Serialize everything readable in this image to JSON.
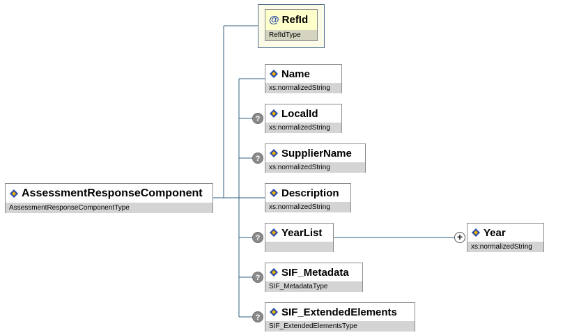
{
  "root": {
    "name": "AssessmentResponseComponent",
    "type": "AssessmentResponseComponentType"
  },
  "attribute": {
    "symbol": "@",
    "name": "RefId",
    "type": "RefIdType"
  },
  "elements": [
    {
      "name": "Name",
      "type": "xs:normalizedString",
      "optional": false
    },
    {
      "name": "LocalId",
      "type": "xs:normalizedString",
      "optional": true
    },
    {
      "name": "SupplierName",
      "type": "xs:normalizedString",
      "optional": true
    },
    {
      "name": "Description",
      "type": "xs:normalizedString",
      "optional": false
    },
    {
      "name": "YearList",
      "type": "",
      "optional": true
    },
    {
      "name": "SIF_Metadata",
      "type": "SIF_MetadataType",
      "optional": true
    },
    {
      "name": "SIF_ExtendedElements",
      "type": "SIF_ExtendedElementsType",
      "optional": true
    }
  ],
  "child": {
    "name": "Year",
    "type": "xs:normalizedString"
  },
  "symbols": {
    "optional": "?",
    "expand": "+"
  },
  "colors": {
    "line": "#2f5f7f",
    "type_bar": "#d4d4d4",
    "icon_blue": "#2b4aa8",
    "icon_yellow": "#f0b400"
  }
}
